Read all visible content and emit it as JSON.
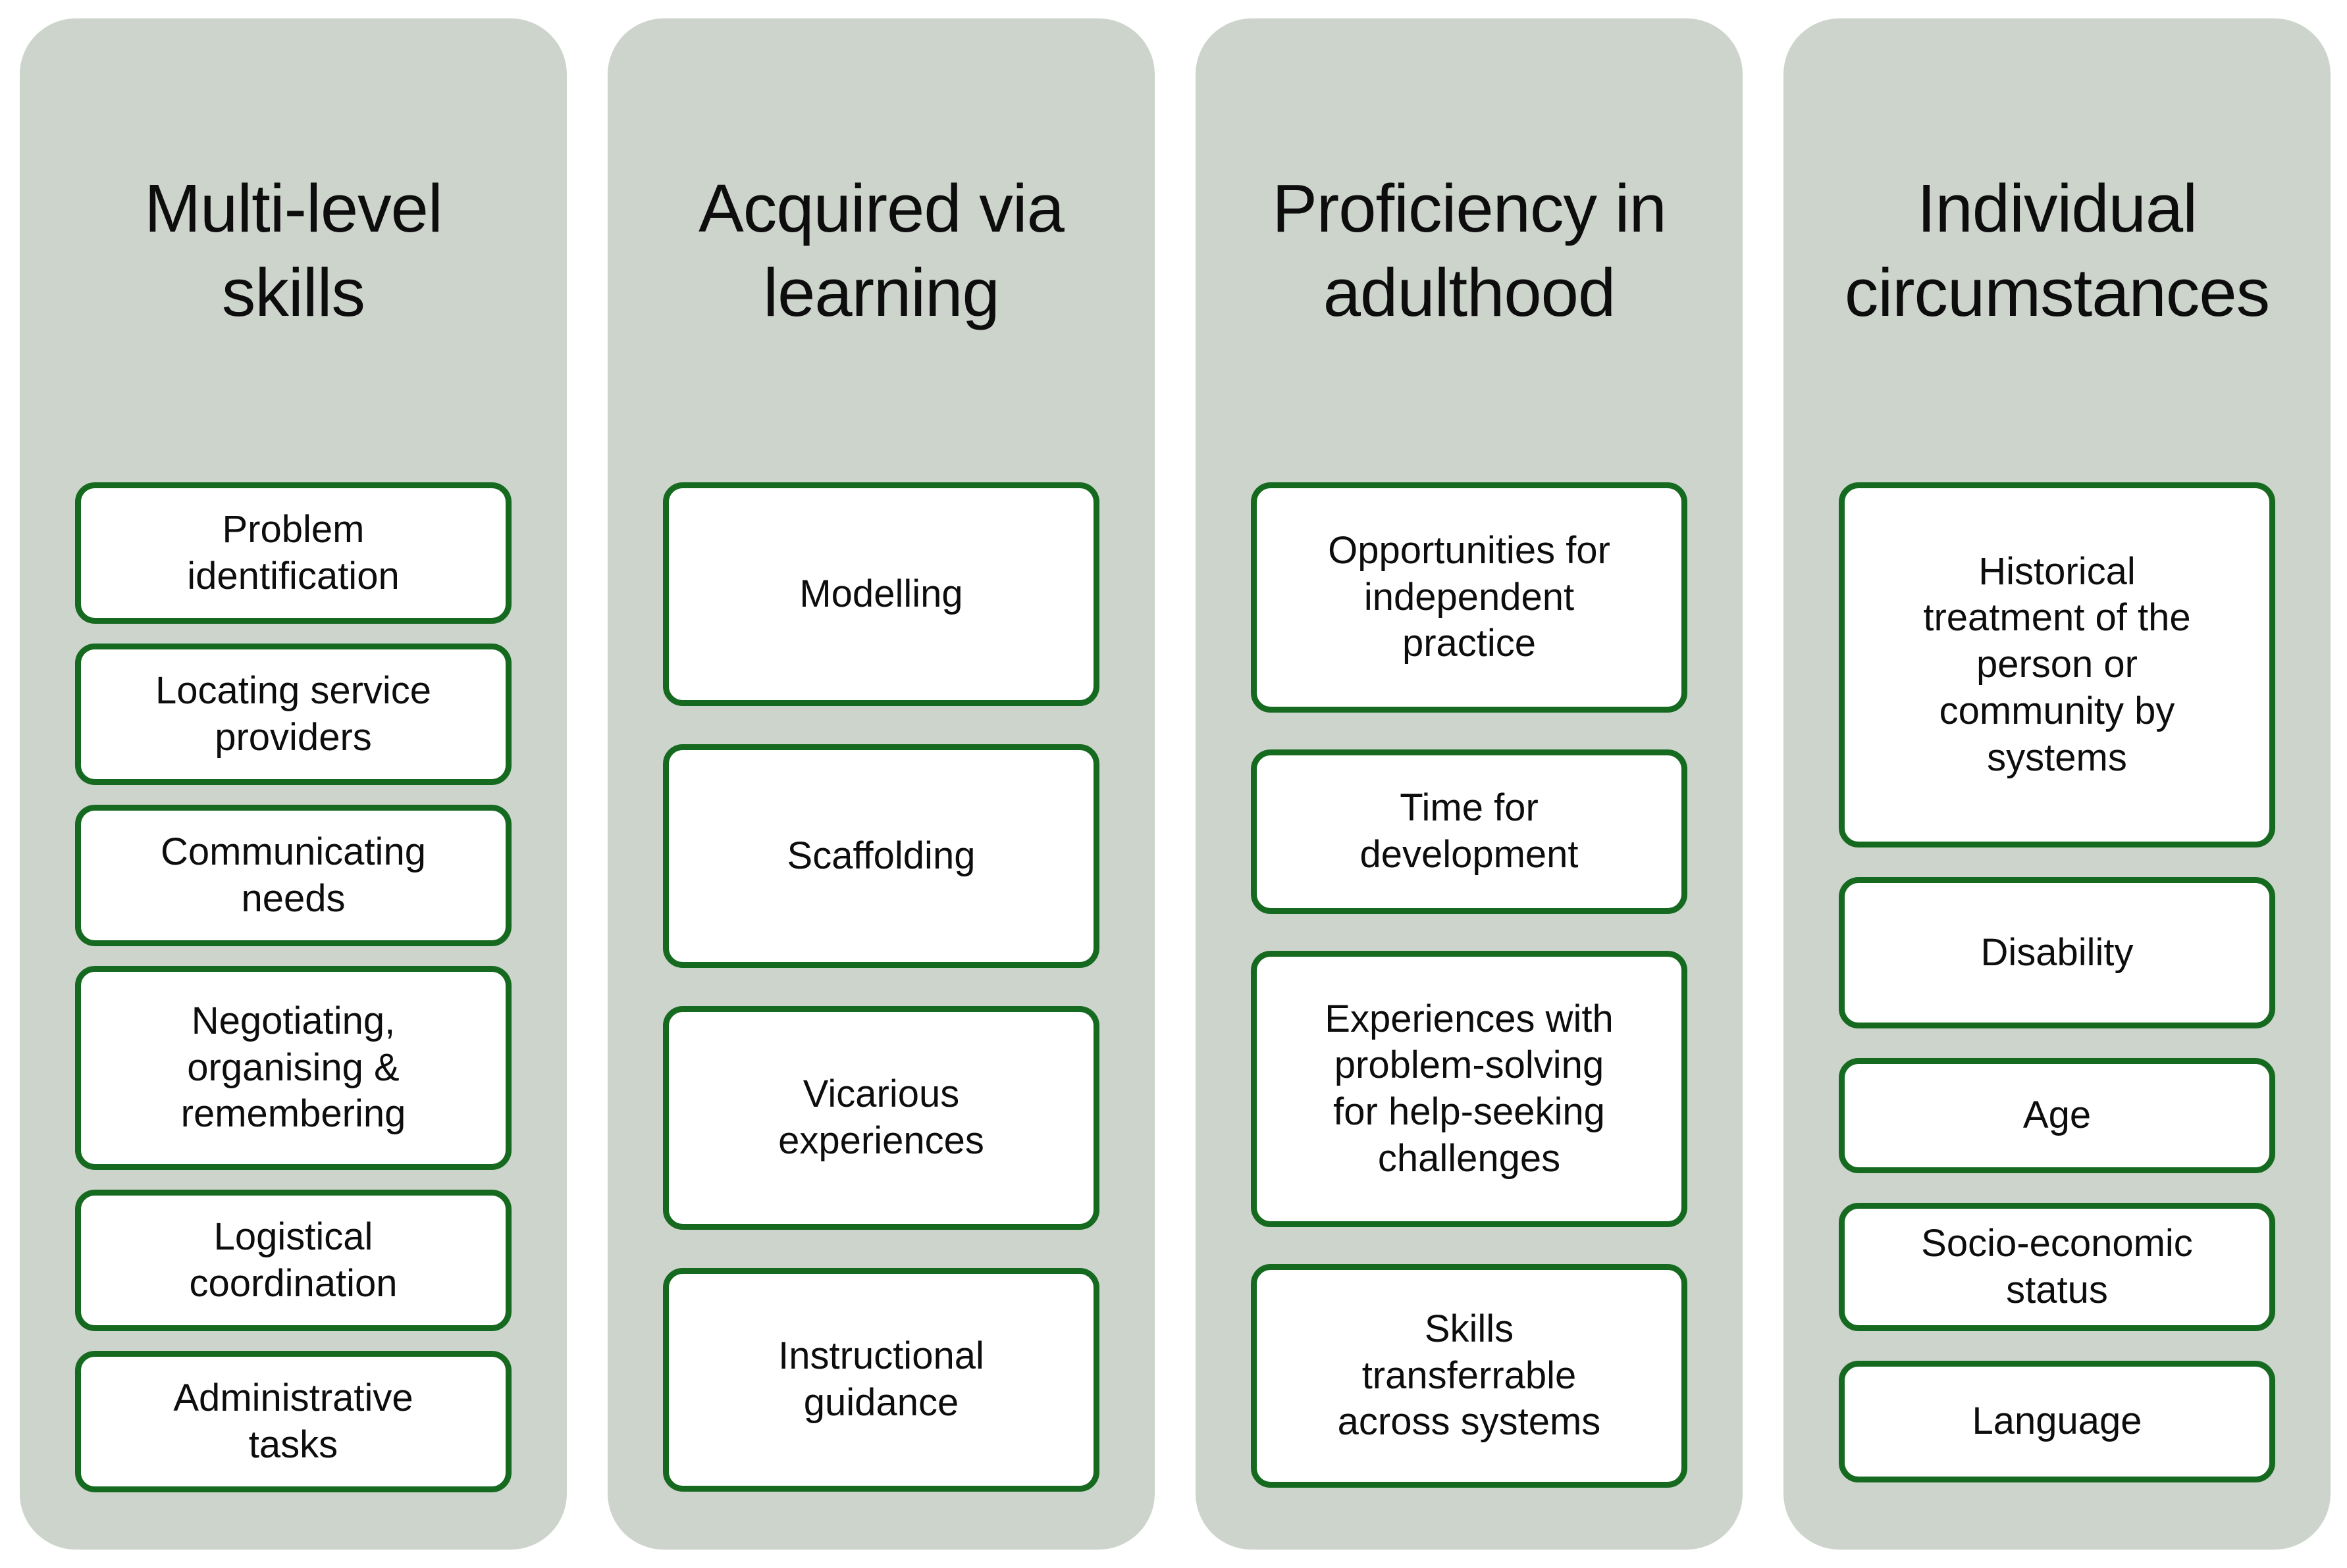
{
  "figure": {
    "columns": [
      {
        "title": "Multi-level\nskills",
        "boxes": [
          "Problem\nidentification",
          "Locating service\nproviders",
          "Communicating\nneeds",
          "Negotiating,\norganising &\nremembering",
          "Logistical\ncoordination",
          "Administrative\ntasks"
        ]
      },
      {
        "title": "Acquired via\nlearning",
        "boxes": [
          "Modelling",
          "Scaffolding",
          "Vicarious\nexperiences",
          "Instructional\nguidance"
        ]
      },
      {
        "title": "Proficiency in\nadulthood",
        "boxes": [
          "Opportunities for\nindependent\npractice",
          "Time for\ndevelopment",
          "Experiences with\nproblem-solving\nfor help-seeking\nchallenges",
          "Skills\ntransferrable\nacross systems"
        ]
      },
      {
        "title": "Individual\ncircumstances",
        "boxes": [
          "Historical\ntreatment of the\nperson or\ncommunity by\nsystems",
          "Disability",
          "Age",
          "Socio-economic\nstatus",
          "Language"
        ]
      }
    ]
  },
  "colors": {
    "column_background": "#ccd4cc",
    "box_background": "#ffffff",
    "box_border": "#166a20",
    "text": "#0d0d0d",
    "page_background": "#ffffff"
  }
}
